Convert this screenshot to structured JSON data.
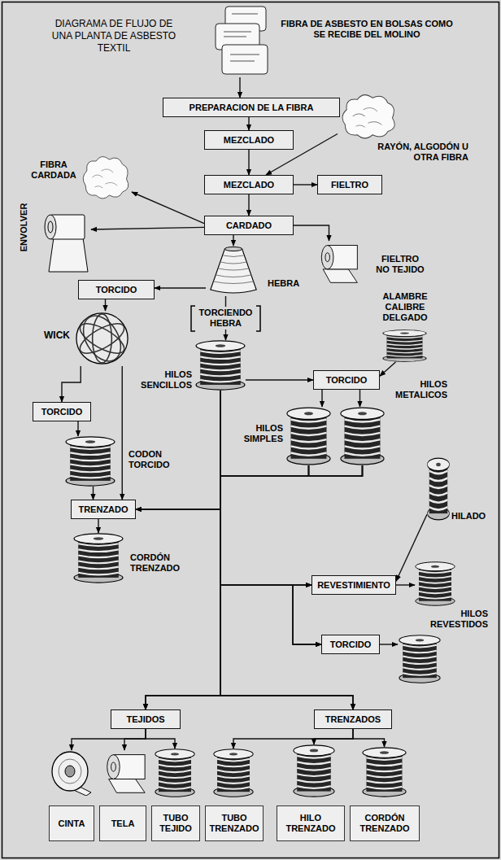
{
  "diagram": {
    "title": "DIAGRAMA DE FLUJO DE UNA PLANTA DE ASBESTO TEXTIL",
    "nodes": [
      {
        "text": [
          "FIBRA DE ASBESTO EN BOLSAS COMO SE RECIBE DEL MOLINO"
        ]
      },
      {
        "text": [
          "PREPARACION DE LA FIBRA"
        ]
      },
      {
        "text": [
          "MEZCLADO"
        ]
      },
      {
        "text": [
          "RAYÓN, ALGODÓN U OTRA FIBRA"
        ]
      },
      {
        "text": [
          "FIBRA CARDADA"
        ]
      },
      {
        "text": [
          "MEZCLADO"
        ]
      },
      {
        "text": [
          "FIELTRO"
        ]
      },
      {
        "text": [
          "ENVOLVER"
        ]
      },
      {
        "text": [
          "CARDADO"
        ]
      },
      {
        "text": [
          "FIELTRO NO TEJIDO"
        ]
      },
      {
        "text": [
          "HEBRA"
        ]
      },
      {
        "text": [
          "TORCIDO"
        ]
      },
      {
        "text": [
          "WICK"
        ]
      },
      {
        "text": [
          "ALAMBRE CALIBRE DELGADO"
        ]
      },
      {
        "text": [
          "HILOS SENCILLOS"
        ]
      },
      {
        "text": [
          "TORCIDO"
        ]
      },
      {
        "text": [
          "TORCIDO"
        ]
      },
      {
        "text": [
          "HILOS SIMPLES"
        ]
      },
      {
        "text": [
          "HILOS METALICOS"
        ]
      },
      {
        "text": [
          "CODON TORCIDO"
        ]
      },
      {
        "text": [
          "HILADO"
        ]
      },
      {
        "text": [
          "TRENZADO"
        ]
      },
      {
        "text": [
          "REVESTIMIENTO"
        ]
      },
      {
        "text": [
          "HILOS REVESTIDOS"
        ]
      },
      {
        "text": [
          "TORCIDO"
        ]
      },
      {
        "text": [
          "CORDÓN TRENZADO"
        ]
      },
      {
        "text": [
          "TEJIDOS"
        ]
      },
      {
        "text": [
          "TRENZADOS"
        ]
      },
      {
        "text": [
          "CINTA"
        ]
      },
      {
        "text": [
          "TELA"
        ]
      },
      {
        "text": [
          "TUBO TEJIDO"
        ]
      },
      {
        "text": [
          "TUBO TRENZADO"
        ]
      },
      {
        "text": [
          "HILO TRENZADO"
        ]
      },
      {
        "text": [
          "CORDÓN TRENZADO"
        ]
      }
    ],
    "edges": [
      {
        "from": 0,
        "to": 1,
        "arrow": "to"
      },
      {
        "from": 1,
        "to": 2,
        "arrow": "to"
      },
      {
        "from": 2,
        "to": 5,
        "arrow": "to"
      },
      {
        "from": 3,
        "to": 5,
        "arrow": "to"
      },
      {
        "from": 5,
        "to": 6,
        "arrow": "to"
      },
      {
        "from": 5,
        "to": 8,
        "arrow": "to"
      },
      {
        "from": 8,
        "to": 4,
        "arrow": "to"
      },
      {
        "from": 8,
        "to": 7,
        "arrow": "to"
      },
      {
        "from": 8,
        "to": 9,
        "arrow": "to"
      },
      {
        "from": 8,
        "to": 10,
        "arrow": "to"
      },
      {
        "from": 10,
        "to": 11,
        "arrow": "to"
      },
      {
        "from": 11,
        "to": 12,
        "arrow": "to"
      },
      {
        "from": 12,
        "to": 16,
        "arrow": "to"
      },
      {
        "from": 16,
        "to": 19,
        "arrow": "to"
      },
      {
        "from": 19,
        "to": 21,
        "arrow": "to"
      },
      {
        "from": 12,
        "to": 21,
        "arrow": "to"
      },
      {
        "from": 21,
        "to": 25,
        "arrow": "to"
      },
      {
        "from": 10,
        "to": 14,
        "label": "TORCIENDO HEBRA",
        "arrow": "to"
      },
      {
        "from": 14,
        "to": 15,
        "arrow": "to"
      },
      {
        "from": 13,
        "to": 15,
        "arrow": "to"
      },
      {
        "from": 15,
        "to": 17,
        "arrow": "to"
      },
      {
        "from": 15,
        "to": 18,
        "arrow": "to"
      },
      {
        "from": 14,
        "to": 21,
        "arrow": "to"
      },
      {
        "from": 14,
        "to": 22,
        "arrow": "to"
      },
      {
        "from": 14,
        "to": 24,
        "arrow": "to"
      },
      {
        "from": 14,
        "to": 26,
        "arrow": "to"
      },
      {
        "from": 14,
        "to": 27,
        "arrow": "to"
      },
      {
        "from": 17,
        "to": 21,
        "arrow": "to"
      },
      {
        "from": 17,
        "to": 22,
        "arrow": "to"
      },
      {
        "from": 17,
        "to": 24,
        "arrow": "to"
      },
      {
        "from": 17,
        "to": 26,
        "arrow": "to"
      },
      {
        "from": 17,
        "to": 27,
        "arrow": "to"
      },
      {
        "from": 18,
        "to": 21,
        "arrow": "to"
      },
      {
        "from": 18,
        "to": 22,
        "arrow": "to"
      },
      {
        "from": 18,
        "to": 24,
        "arrow": "to"
      },
      {
        "from": 18,
        "to": 26,
        "arrow": "to"
      },
      {
        "from": 18,
        "to": 27,
        "arrow": "to"
      },
      {
        "from": 20,
        "to": 22,
        "arrow": "to"
      },
      {
        "from": 22,
        "to": 23,
        "arrow": "to"
      },
      {
        "from": 26,
        "to": 28,
        "arrow": "to"
      },
      {
        "from": 26,
        "to": 29,
        "arrow": "to"
      },
      {
        "from": 26,
        "to": 30,
        "arrow": "to"
      },
      {
        "from": 27,
        "to": 31,
        "arrow": "to"
      },
      {
        "from": 27,
        "to": 32,
        "arrow": "to"
      },
      {
        "from": 27,
        "to": 33,
        "arrow": "to"
      }
    ]
  }
}
